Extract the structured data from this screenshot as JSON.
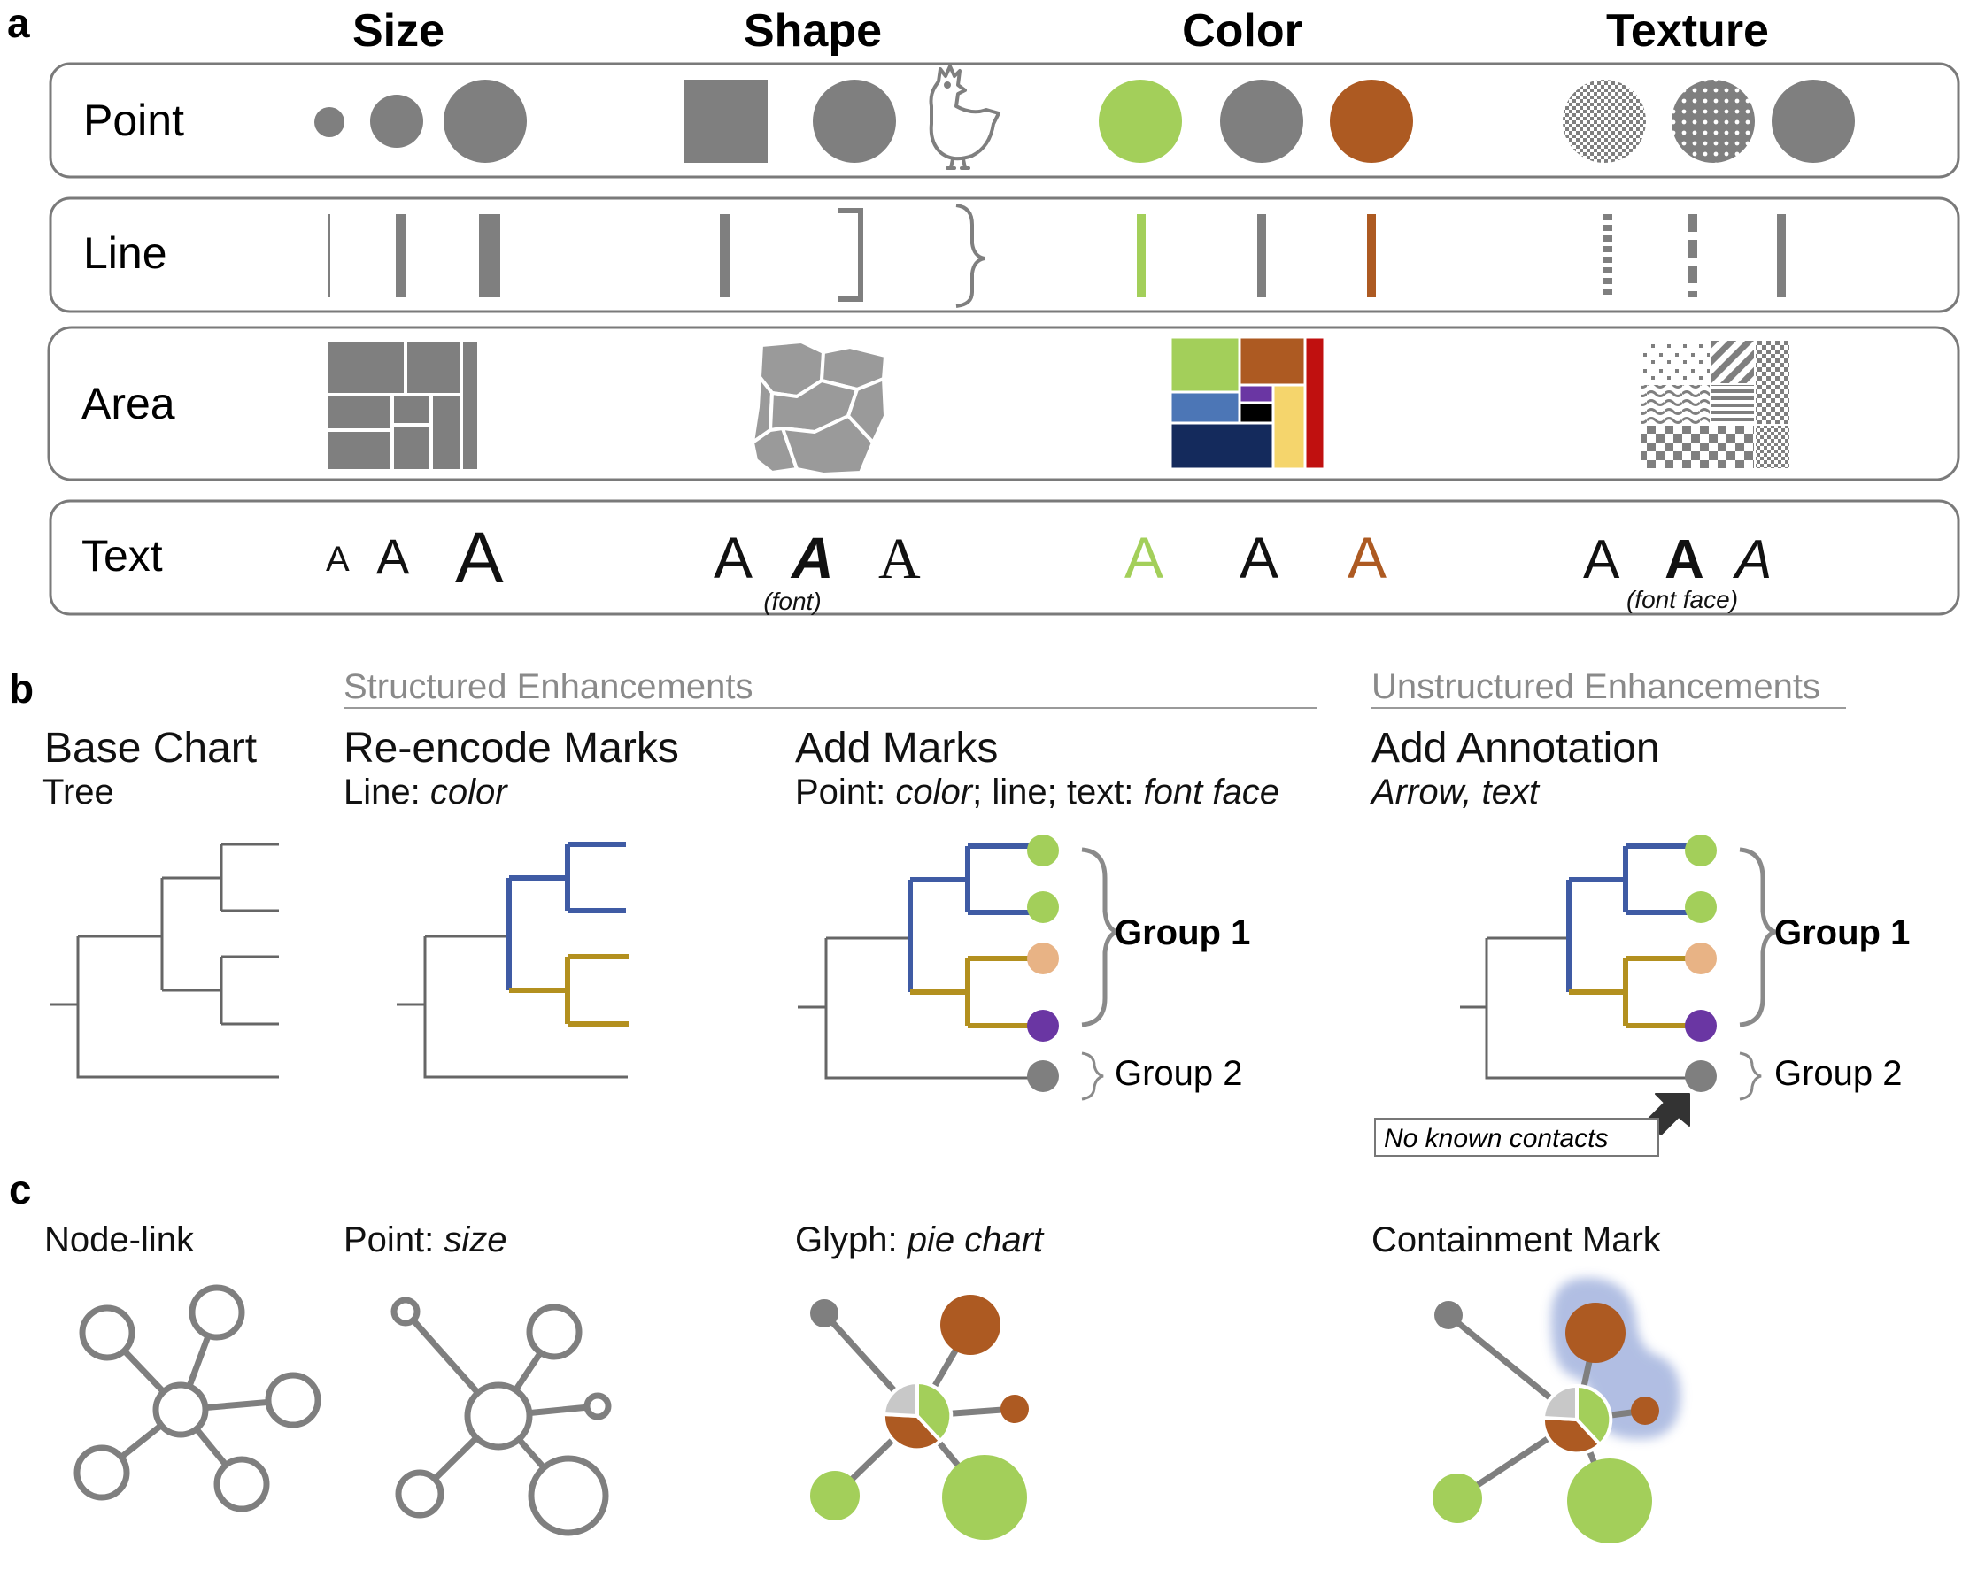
{
  "panel_letters": [
    "a",
    "b",
    "c"
  ],
  "panel_a": {
    "columns": [
      "Size",
      "Shape",
      "Color",
      "Texture"
    ],
    "rows": [
      "Point",
      "Line",
      "Area",
      "Text"
    ],
    "text_glyph": "A",
    "font_note": "(font)",
    "font_face_note": "(font face)"
  },
  "panel_b": {
    "structured_header": "Structured Enhancements",
    "unstructured_header": "Unstructured Enhancements",
    "base": {
      "title": "Base Chart",
      "subtitle": "Tree"
    },
    "reencode": {
      "title": "Re-encode Marks",
      "sub_plain": "Line: ",
      "sub_italic": "color"
    },
    "addmarks": {
      "title": "Add Marks",
      "sub_plain1": "Point: ",
      "sub_italic1": "color",
      "sub_plain2": "; line; text: ",
      "sub_italic2": "font face"
    },
    "annotation": {
      "title": "Add Annotation",
      "subtitle": "Arrow, text"
    },
    "group1": "Group 1",
    "group2": "Group 2",
    "note": "No known  contacts"
  },
  "panel_c": {
    "nodelink": "Node-link",
    "point_plain": "Point: ",
    "point_italic": "size",
    "glyph_plain": "Glyph: ",
    "glyph_italic": "pie chart",
    "containment": "Containment Mark"
  },
  "colors": {
    "gray": "#7f7f7f",
    "green": "#a3cf5a",
    "orange": "#ad5a22",
    "blue": "#3f5ba4",
    "gold": "#b3901f",
    "peach": "#e8b385",
    "purple": "#6a36a3",
    "halo": "#a9b8e0"
  }
}
